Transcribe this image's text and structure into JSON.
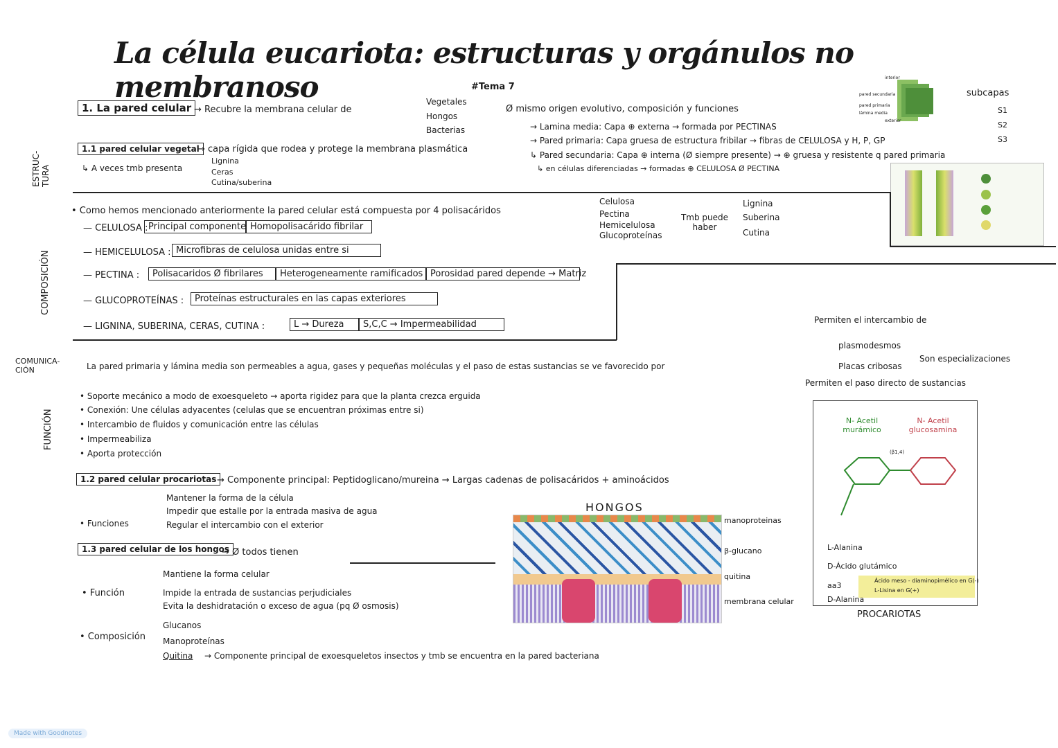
{
  "title": "La célula eucariota: estructuras y orgánulos no membranoso",
  "tag": "#Tema 7",
  "side_labels": {
    "estructura": "ESTRUC-TURA",
    "composicion": "COMPOSICIÓN",
    "comunicacion": "COMUNICA-CIÓN",
    "funcion": "FUNCIÓN"
  },
  "s1": {
    "box": "1. La pared celular",
    "text": "→ Recubre la membrana celular de",
    "items": [
      "Vegetales",
      "Hongos",
      "Bacterias"
    ],
    "note": "Ø mismo origen evolutivo, composición y funciones"
  },
  "s11": {
    "box": "1.1 pared celular vegetal",
    "text": "→ capa rígida que rodea y protege la membrana plasmática",
    "veces": "↳ A veces tmb presenta",
    "veces_items": [
      "Lignina",
      "Ceras",
      "Cutina/suberina"
    ],
    "layers": [
      "→ Lamina media: Capa ⊕ externa → formada por PECTINAS",
      "→ Pared primaria: Capa gruesa de estructura fribilar → fibras de CELULOSA y H, P, GP",
      "↳ Pared secundaria: Capa ⊕ interna (Ø siempre presente) → ⊕ gruesa y resistente q pared primaria",
      "↳ en células diferenciadas → formadas ⊕ CELULOSA Ø PECTINA"
    ],
    "subcapas": "subcapas",
    "subcapas_items": [
      "S1",
      "S2",
      "S3"
    ],
    "fig_top_labels": [
      "interior",
      "pared secundaria",
      "pared primaria",
      "lámina media",
      "exterior"
    ]
  },
  "comp": {
    "intro": "• Como hemos mencionado anteriormente la pared celular está compuesta por 4 polisacáridos",
    "polys": [
      "Celulosa",
      "Pectina",
      "Hemicelulosa",
      "Glucoproteínas"
    ],
    "tmb": "Tmb puede haber",
    "extra": [
      "Lignina",
      "Suberina",
      "Cutina"
    ],
    "rows": [
      {
        "name": "— CELULOSA :",
        "cells": [
          "Principal componente",
          "Homopolisacárido fibrilar"
        ]
      },
      {
        "name": "— HEMICELULOSA :",
        "cells": [
          "Microfibras de celulosa unidas entre si"
        ]
      },
      {
        "name": "— PECTINA :",
        "cells": [
          "Polisacaridos Ø fibrilares",
          "Heterogeneamente ramificados",
          "Porosidad pared depende → Matriz"
        ]
      },
      {
        "name": "— GLUCOPROTEÍNAS :",
        "cells": [
          "Proteínas estructurales en las capas exteriores"
        ]
      },
      {
        "name": "— LIGNINA, SUBERINA, CERAS, CUTINA :",
        "cells": [
          "L → Dureza",
          "S,C,C → Impermeabilidad"
        ]
      }
    ]
  },
  "comm": {
    "text": "La pared primaria y lámina media son permeables a agua, gases y pequeñas moléculas y el paso de estas sustancias se ve favorecido por",
    "items": [
      "plasmodesmos",
      "Placas cribosas"
    ],
    "esp": "Son especializaciones",
    "top": "Permiten el intercambio de",
    "bottom": "Permiten el paso directo de sustancias"
  },
  "func": [
    "• Soporte mecánico a modo de exoesqueleto → aporta rigidez para que la planta crezca erguida",
    "• Conexión: Une células adyacentes (celulas que se encuentran próximas entre si)",
    "• Intercambio de fluidos y comunicación entre las células",
    "• Impermeabiliza",
    "• Aporta protección"
  ],
  "s12": {
    "box": "1.2 pared celular procariotas",
    "text": "→ Componente principal: Peptidoglicano/mureina → Largas cadenas de polisacáridos + aminoácidos",
    "func_label": "• Funciones",
    "funcs": [
      "Mantener la forma de la célula",
      "Impedir que estalle por la entrada masiva de agua",
      "Regular el intercambio con el exterior"
    ]
  },
  "s13": {
    "box": "1.3 pared celular de los hongos",
    "text": "→ Ø todos tienen",
    "func_label": "• Función",
    "funcs": [
      "Mantiene la forma celular",
      "Impide la entrada de sustancias perjudiciales",
      "Evita la deshidratación o exceso de agua (pq Ø osmosis)"
    ],
    "comp_label": "• Composición",
    "comps": [
      "Glucanos",
      "Manoproteínas",
      "Quitina"
    ],
    "quitina_note": "→ Componente principal de exoesqueletos insectos y tmb se encuentra en la pared bacteriana"
  },
  "hongos": {
    "title": "HONGOS",
    "labels": [
      "manoproteinas",
      "β-glucano",
      "quitina",
      "membrana celular"
    ]
  },
  "prok": {
    "caption": "PROCARIOTAS",
    "nam": "N- Acetil murámico",
    "nag": "N- Acetil glucosamina",
    "chain": [
      "L-Alanina",
      "D-Ácido glutámico",
      "aa3",
      "D-Alanina"
    ],
    "aa3_note": [
      "Ácido meso - diaminopimélico en G(-)",
      "L-Lisina en G(+)"
    ],
    "bond": "(β1,4)"
  },
  "badge": "Made with Goodnotes",
  "colors": {
    "green": "#2e8b2e",
    "red": "#c0404a",
    "yellow": "#f3ee9a"
  }
}
